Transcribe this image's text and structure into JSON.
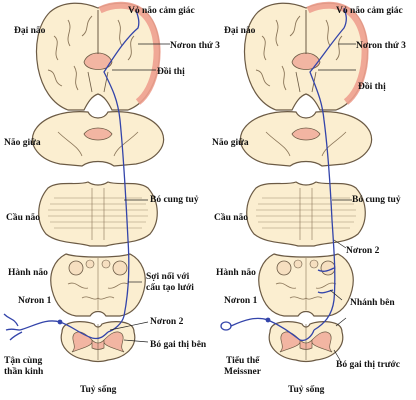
{
  "colors": {
    "tissue": "#fbeed0",
    "outline": "#6b5a44",
    "cortex": "#eea08f",
    "grey_matter": "#f2b5a2",
    "neuron_line": "#3344aa",
    "label_line": "#222222"
  },
  "left_panel": {
    "dai_nao": "Đại não",
    "vo_nao": "Vỏ não cảm giác",
    "noron3": "Nơron thứ 3",
    "doi_thi": "Đồi thị",
    "nao_giua": "Não giữa",
    "bo_cung_tuy": "Bó cung tuỷ",
    "cau_nao": "Cầu não",
    "hanh_nao": "Hành não",
    "soi_noi_1": "Sợi nối với",
    "soi_noi_2": "cấu tạo lưới",
    "noron1": "Nơron 1",
    "noron2": "Nơron 2",
    "tan_cung_1": "Tận cùng",
    "tan_cung_2": "thần kinh",
    "bo_gai_thi_ben": "Bó gai thị bên",
    "tuy_song": "Tuỷ sống"
  },
  "right_panel": {
    "dai_nao": "Đại não",
    "vo_nao": "Vỏ não cảm giác",
    "noron3": "Nơron thứ 3",
    "doi_thi": "Đồi thị",
    "nao_giua": "Não giữa",
    "bo_cung_tuy": "Bó cung tuỷ",
    "cau_nao": "Cầu não",
    "noron2": "Nơron 2",
    "hanh_nao": "Hành não",
    "nhanh_ben": "Nhánh bên",
    "noron1": "Nơron 1",
    "tieu_the_1": "Tiểu thể",
    "tieu_the_2": "Meissner",
    "bo_gai_thi_truoc": "Bó gai thị trước",
    "tuy_song": "Tuỷ sống"
  }
}
